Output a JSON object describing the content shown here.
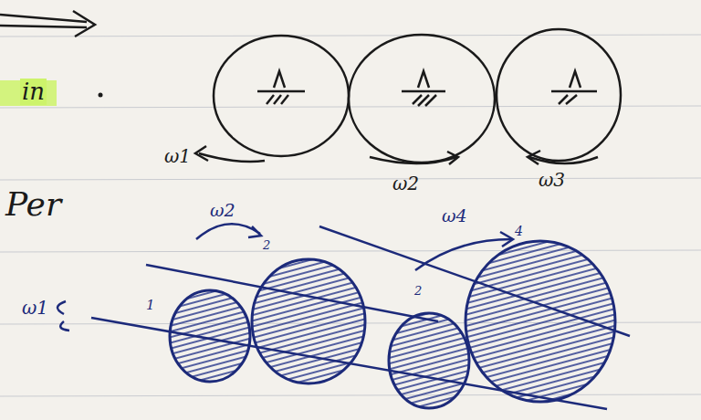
{
  "diagram": {
    "labels": [
      "in",
      "Per",
      "ω1",
      "ω2",
      "ω3",
      "ω2",
      "ω1",
      "ω4",
      "1",
      "2",
      "2",
      "4"
    ]
  }
}
